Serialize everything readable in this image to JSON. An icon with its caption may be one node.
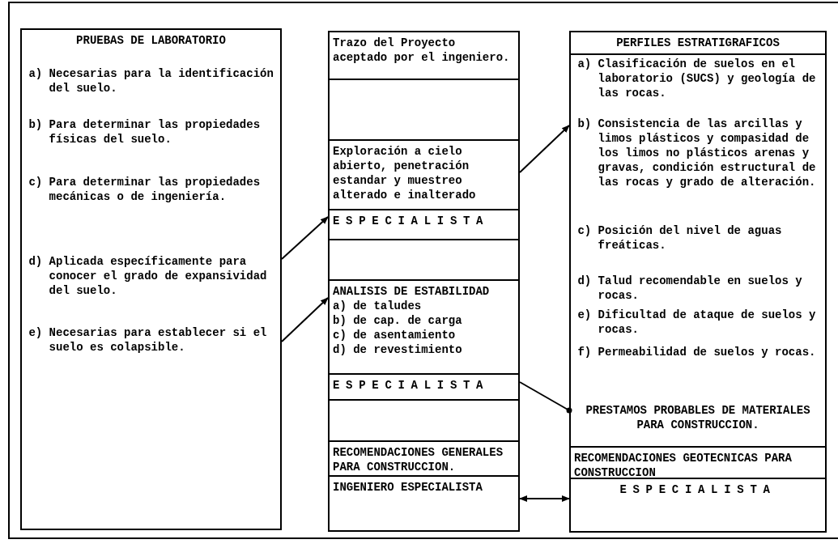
{
  "diagram": {
    "nodes": [
      {
        "text": [
          "PRUEBAS DE LABORATORIO"
        ]
      },
      {
        "text": [
          "a) Necesarias para la identificación del suelo."
        ],
        "in": 0
      },
      {
        "text": [
          "b) Para determinar las propiedades físicas del suelo."
        ],
        "in": 0
      },
      {
        "text": [
          "c) Para determinar las propiedades mecánicas o de ingeniería."
        ],
        "in": 0
      },
      {
        "text": [
          "d) Aplicada específicamente para conocer el grado de expansividad del suelo."
        ],
        "in": 0
      },
      {
        "text": [
          "e) Necesarias para establecer si el suelo es colapsible."
        ],
        "in": 0
      },
      {
        "text": [],
        "shape": "box"
      },
      {
        "text": [
          "Trazo del Proyecto aceptado por el ingeniero."
        ],
        "in": 6
      },
      {
        "text": [],
        "shape": "box",
        "in": 6
      },
      {
        "text": [
          "Exploración a cielo abierto, penetración estandar y muestreo alterado e inalterado"
        ],
        "in": 6
      },
      {
        "text": [
          "ESPECIALISTA"
        ],
        "in": 6
      },
      {
        "text": [],
        "shape": "box",
        "in": 6
      },
      {
        "text": [
          "ANALISIS DE ESTABILIDAD",
          "a) de taludes",
          "b) de cap. de carga",
          "c) de asentamiento",
          "d) de revestimiento"
        ],
        "in": 6
      },
      {
        "text": [
          "ESPECIALISTA"
        ],
        "in": 6
      },
      {
        "text": [],
        "shape": "box",
        "in": 6
      },
      {
        "text": [
          "RECOMENDACIONES GENERALES PARA CONSTRUCCION."
        ],
        "in": 6
      },
      {
        "text": [
          "INGENIERO ESPECIALISTA"
        ],
        "in": 6
      },
      {
        "text": [
          "PERFILES ESTRATIGRAFICOS"
        ]
      },
      {
        "text": [
          "a) Clasificación de suelos en el laboratorio (SUCS) y geología de las rocas."
        ],
        "in": 17
      },
      {
        "text": [
          "b) Consistencia de las arcillas y limos plásticos y compasidad de los limos no plásticos arenas y gravas, condición estructural de las rocas y grado de alteración."
        ],
        "in": 17
      },
      {
        "text": [
          "c) Posición del nivel de aguas freáticas."
        ],
        "in": 17
      },
      {
        "text": [
          "d) Talud recomendable en suelos y rocas."
        ],
        "in": 17
      },
      {
        "text": [
          "e) Dificultad de ataque de suelos y rocas."
        ],
        "in": 17
      },
      {
        "text": [
          "f) Permeabilidad de suelos y rocas."
        ],
        "in": 17
      },
      {
        "text": [
          "PRESTAMOS PROBABLES DE MATERIALES PARA CONSTRUCCION."
        ],
        "in": 17
      },
      {
        "text": [
          "RECOMENDACIONES GEOTECNICAS PARA CONSTRUCCION"
        ],
        "in": 17
      },
      {
        "text": [
          "ESPECIALISTA"
        ],
        "in": 17
      }
    ],
    "edges": [
      {
        "from": 4,
        "to": 10,
        "arrow": "to"
      },
      {
        "from": 5,
        "to": 12,
        "arrow": "to"
      },
      {
        "from": 9,
        "to": 19,
        "arrow": "to"
      },
      {
        "from": 13,
        "to": 24,
        "arrow": "other"
      },
      {
        "from": 16,
        "to": 26,
        "arrow": "both"
      }
    ]
  }
}
